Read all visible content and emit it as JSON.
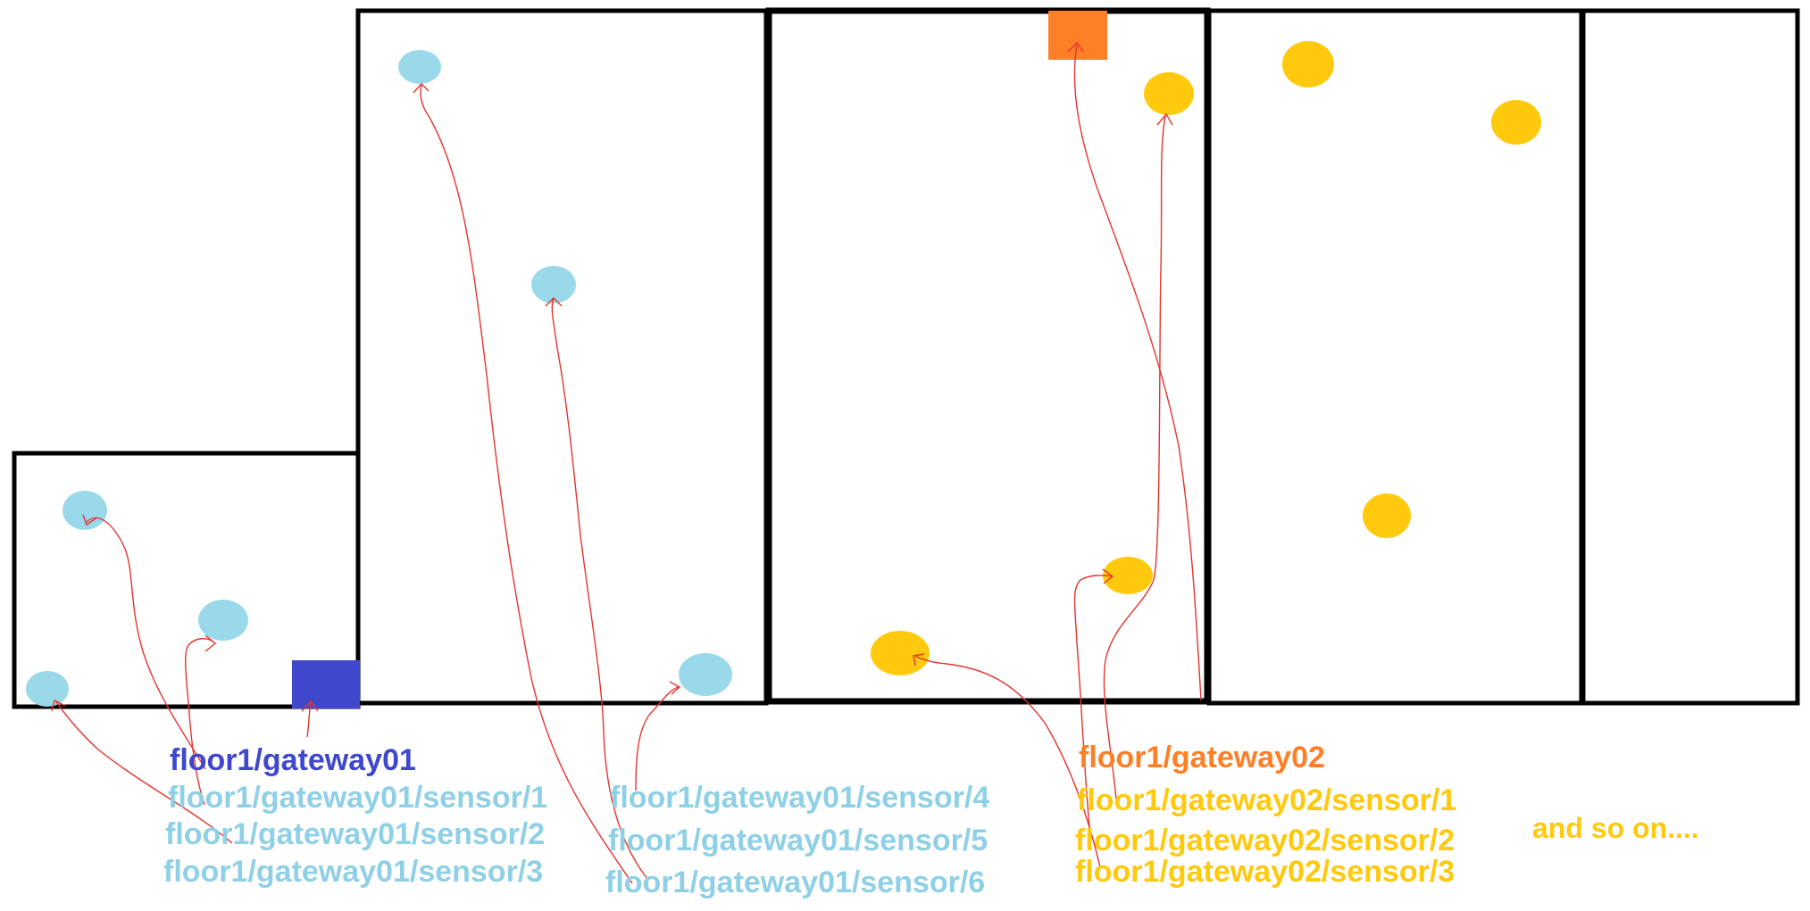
{
  "colors": {
    "gateway01": "#3f48cc",
    "gateway01_sensor_fill": "#99d9ea",
    "gateway01_sensor_text": "#8fd0e6",
    "gateway02": "#ff7f27",
    "gateway02_sensor": "#ffc90e",
    "arrow": "#e3342f",
    "wall": "#000000"
  },
  "labels": {
    "gateway01": "floor1/gateway01",
    "gw1_sensor1": "floor1/gateway01/sensor/1",
    "gw1_sensor2": "floor1/gateway01/sensor/2",
    "gw1_sensor3": "floor1/gateway01/sensor/3",
    "gw1_sensor4": "floor1/gateway01/sensor/4",
    "gw1_sensor5": "floor1/gateway01/sensor/5",
    "gw1_sensor6": "floor1/gateway01/sensor/6",
    "gateway02": "floor1/gateway02",
    "gw2_sensor1": "floor1/gateway02/sensor/1",
    "gw2_sensor2": "floor1/gateway02/sensor/2",
    "gw2_sensor3": "floor1/gateway02/sensor/3",
    "continuation": "and so on...."
  }
}
